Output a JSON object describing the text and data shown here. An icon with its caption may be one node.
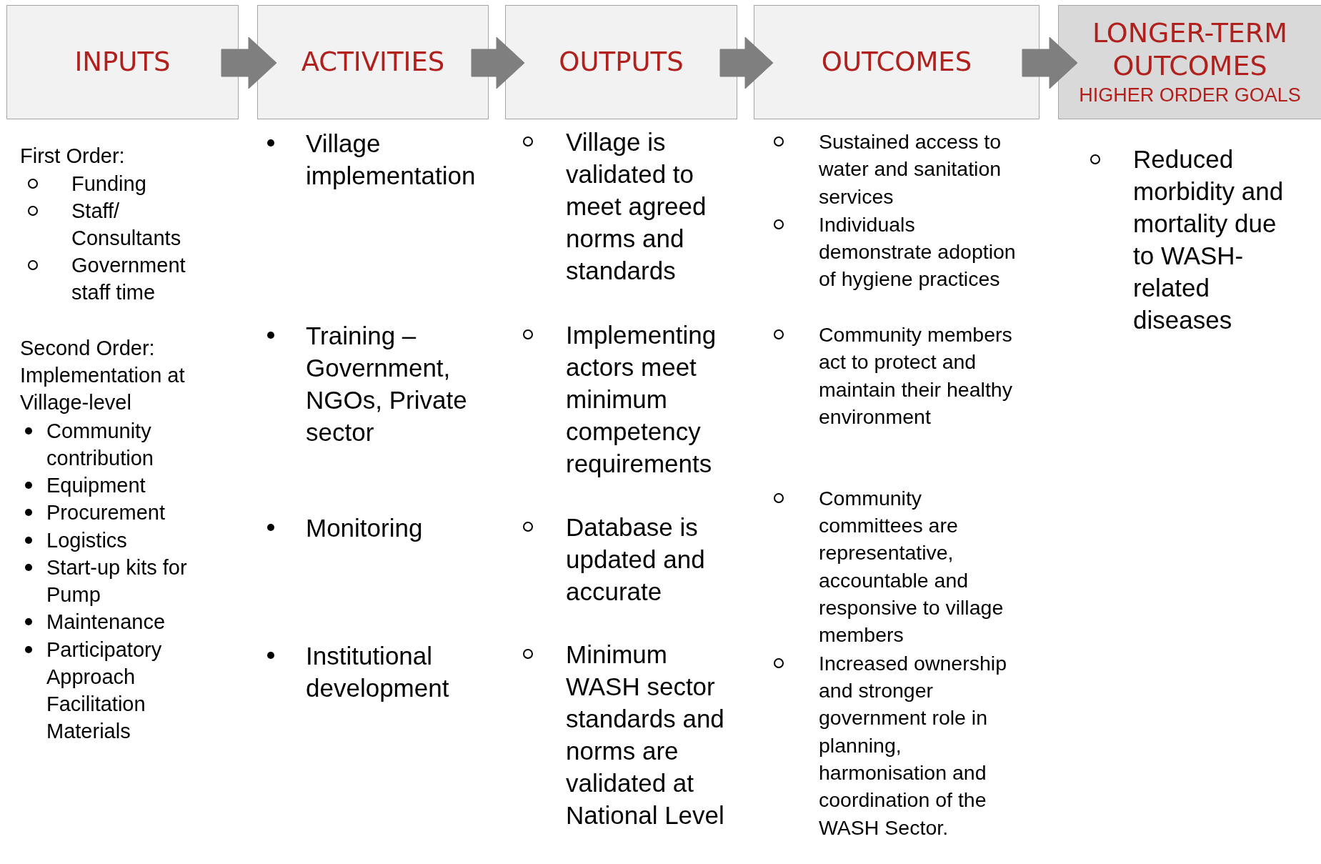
{
  "diagram": {
    "nodes": [
      {
        "text": [
          "INPUTS"
        ]
      },
      {
        "text": [
          "ACTIVITIES"
        ]
      },
      {
        "text": [
          "OUTPUTS"
        ]
      },
      {
        "text": [
          "OUTCOMES"
        ]
      },
      {
        "text": [
          "LONGER-TERM OUTCOMES",
          "HIGHER ORDER GOALS"
        ]
      }
    ],
    "edges": [
      {
        "from": 0,
        "to": 1,
        "arrow": "to",
        "style": "thick"
      },
      {
        "from": 1,
        "to": 2,
        "arrow": "to",
        "style": "thick"
      },
      {
        "from": 2,
        "to": 3,
        "arrow": "to",
        "style": "thick"
      },
      {
        "from": 3,
        "to": 4,
        "arrow": "to",
        "style": "thick"
      }
    ],
    "labels": [
      "First Order:",
      "Funding",
      "Staff/ Consultants",
      "Government staff time",
      "Second Order: Implementation at Village-level",
      "Community contribution",
      "Equipment",
      "Procurement",
      "Logistics",
      "Start-up kits for Pump",
      "Maintenance",
      "Participatory Approach Facilitation Materials",
      "Village implementation",
      "Training – Government, NGOs, Private sector",
      "Monitoring",
      "Institutional development",
      "Village is validated to meet agreed norms and standards",
      "Implementing actors meet minimum competency requirements",
      "Database is updated and accurate",
      "Minimum WASH sector standards and norms are validated at National Level",
      "Sustained access to water and sanitation services",
      "Individuals demonstrate adoption of hygiene practices",
      "Community members act to protect and maintain their healthy environment",
      "Community committees are representative, accountable and responsive to village members",
      "Increased ownership and stronger government role in planning, harmonisation and coordination of the WASH Sector.",
      "Reduced morbidity and mortality due to WASH-related diseases"
    ]
  }
}
